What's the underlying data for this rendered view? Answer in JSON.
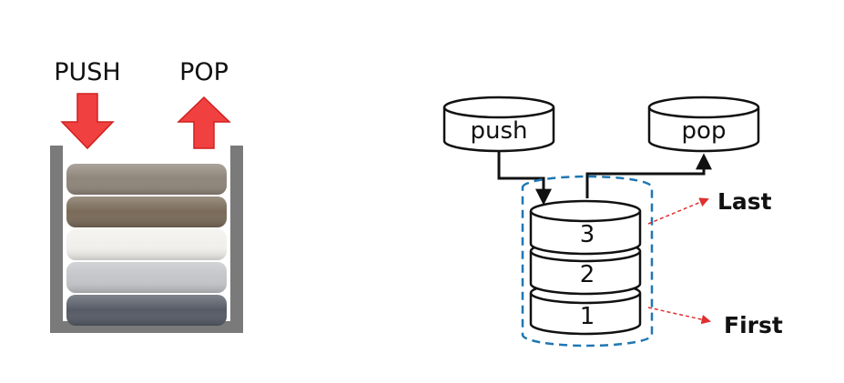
{
  "left": {
    "push_label": "PUSH",
    "pop_label": "POP",
    "arrow_color": "#f04040",
    "container_color": "#7a7a7a",
    "towels": [
      {
        "position": "top",
        "color": "#8f857a"
      },
      {
        "position": "2",
        "color": "#7a6a58"
      },
      {
        "position": "3",
        "color": "#f1f0ec"
      },
      {
        "position": "4",
        "color": "#c3c5c8"
      },
      {
        "position": "bottom",
        "color": "#565b66"
      }
    ]
  },
  "right": {
    "push_label": "push",
    "pop_label": "pop",
    "stack_items": [
      "3",
      "2",
      "1"
    ],
    "last_label": "Last",
    "first_label": "First",
    "dashed_color": "#1f77b4",
    "pointer_color": "#e03030"
  }
}
